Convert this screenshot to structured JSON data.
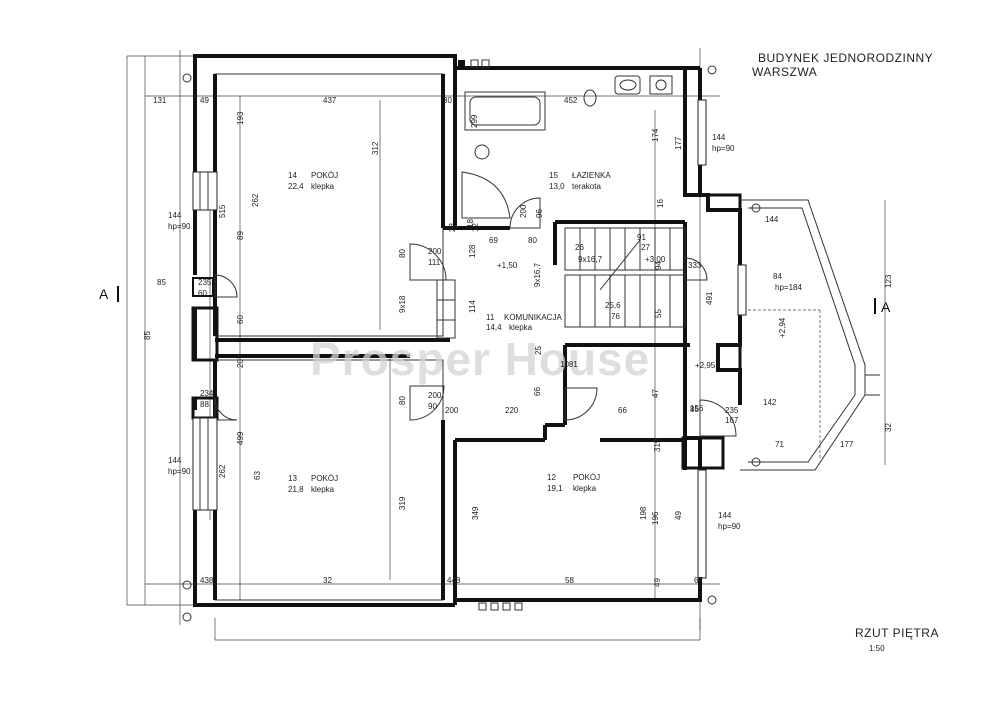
{
  "header": {
    "line1": "BUDYNEK JEDNORODZINNY",
    "line2": "WARSZWA"
  },
  "footer": {
    "title": "RZUT PIĘTRA",
    "scale": "1:50"
  },
  "watermark": "Prosper House",
  "section_markers": [
    "A",
    "A"
  ],
  "rooms": [
    {
      "number": "14",
      "name": "POKÓJ",
      "area": "22,4",
      "finish": "klepka"
    },
    {
      "number": "15",
      "name": "ŁAZIENKA",
      "area": "13,0",
      "finish": "terakota"
    },
    {
      "number": "11",
      "name": "KOMUNIKACJA",
      "area": "14,4",
      "finish": "klepka"
    },
    {
      "number": "13",
      "name": "POKÓJ",
      "area": "21,8",
      "finish": "klepka"
    },
    {
      "number": "12",
      "name": "POKÓJ",
      "area": "19,1",
      "finish": "klepka"
    }
  ],
  "dimensions": [
    "131",
    "49",
    "437",
    "30",
    "452",
    "193",
    "312",
    "299",
    "174",
    "144",
    "hp=90",
    "177",
    "144",
    "hp=90",
    "515",
    "262",
    "89",
    "80",
    "200",
    "111",
    "69",
    "80",
    "200",
    "96",
    "128",
    "114",
    "9x18",
    "26",
    "9x16,7",
    "27",
    "+3,00",
    "+1,50",
    "333",
    "123",
    "144",
    "84",
    "hp=184",
    "491",
    "+2,94",
    "85",
    "235",
    "60",
    "60",
    "207",
    "9x16,7",
    "25,6",
    "76",
    "28",
    "12",
    "1081",
    "85",
    "234",
    "88",
    "80",
    "200",
    "90",
    "66",
    "156",
    "47",
    "+2,95",
    "142",
    "32",
    "200",
    "220",
    "66",
    "85",
    "235",
    "167",
    "71",
    "177",
    "144",
    "hp=90",
    "262",
    "499",
    "63",
    "319",
    "349",
    "319",
    "198",
    "196",
    "144",
    "hp=90",
    "49",
    "438",
    "32",
    "448",
    "58",
    "49",
    "67",
    "16",
    "18",
    "91",
    "94",
    "55",
    "25"
  ],
  "colors": {
    "wall": "#111111",
    "background": "#ffffff",
    "watermark": "#d4d4d4"
  }
}
